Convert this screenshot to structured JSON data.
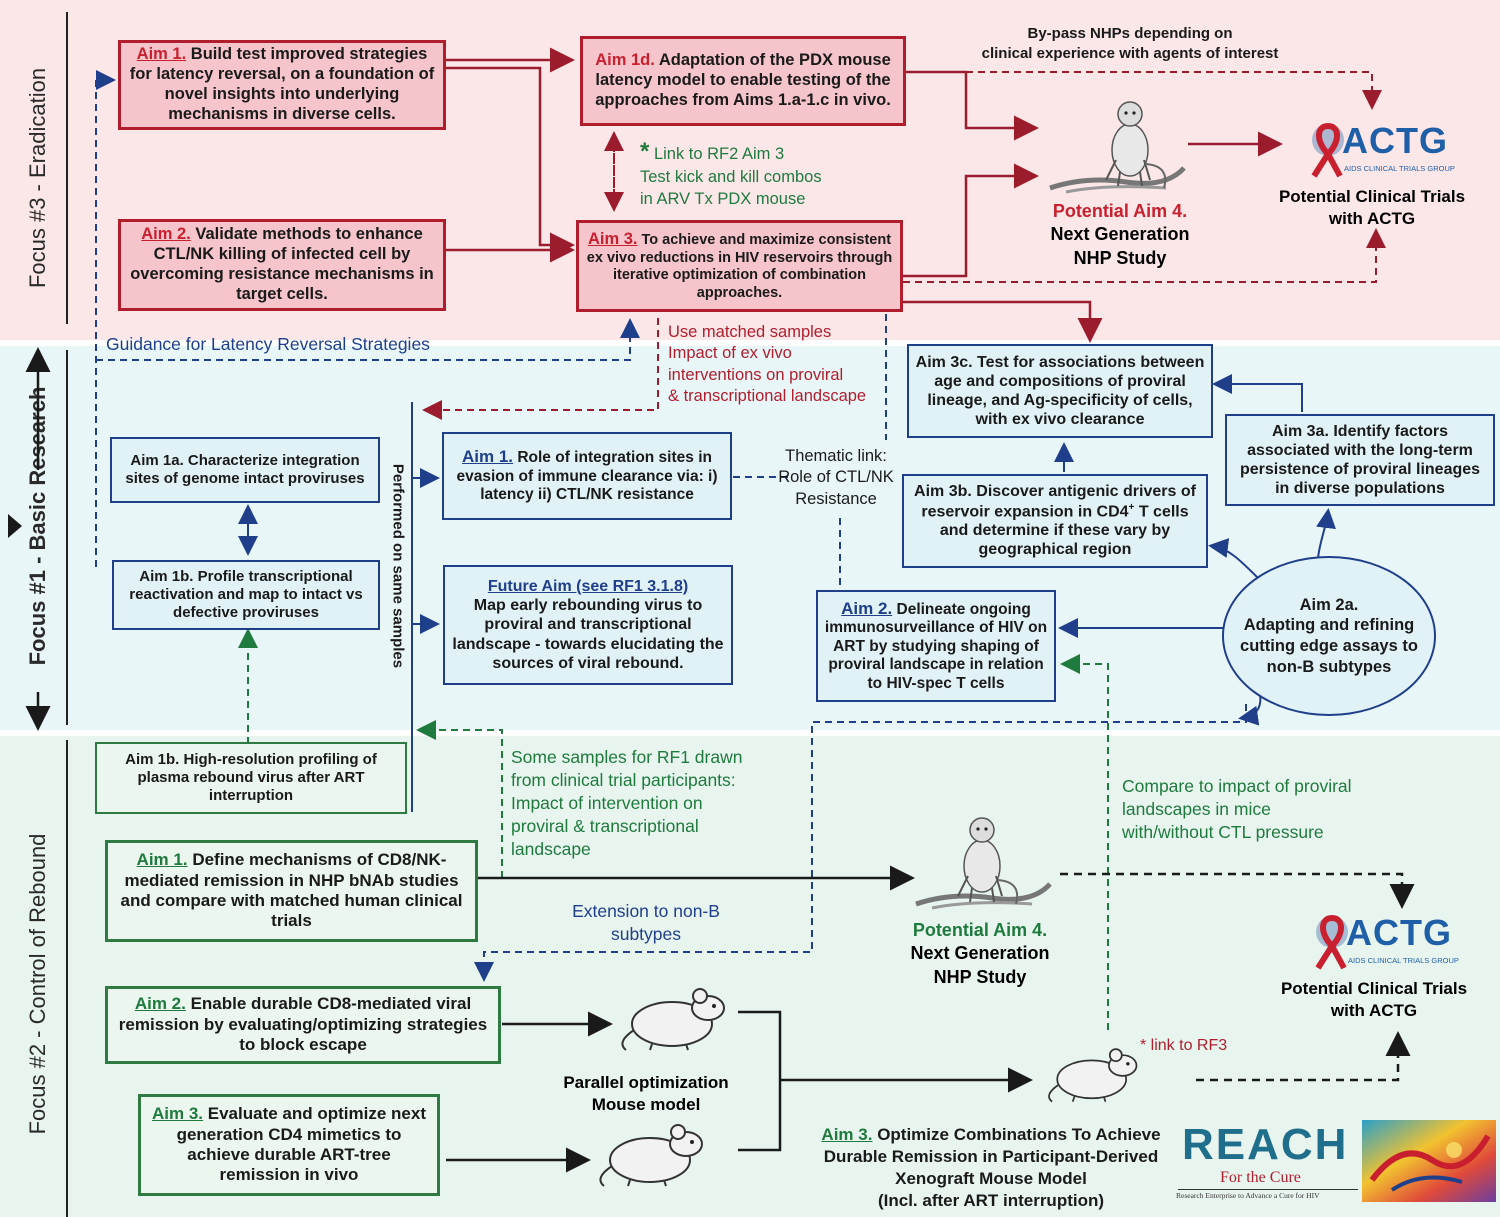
{
  "sections": {
    "focus3": "Focus #3 - Eradication",
    "focus1": "Focus #1 - Basic Research",
    "focus2": "Focus #2 - Control of Rebound"
  },
  "focus3": {
    "aim1": {
      "aim": "Aim 1.",
      "text": "Build  test improved strategies for latency reversal, on a foundation of novel insights into underlying mechanisms in diverse cells."
    },
    "aim2": {
      "aim": "Aim 2.",
      "text": "Validate methods to enhance CTL/NK killing of infected cell by overcoming resistance mechanisms in target cells."
    },
    "aim1d": {
      "aim": "Aim 1d.",
      "text": "Adaptation of the PDX mouse latency model to enable testing of the approaches from Aims 1.a-1.c in vivo."
    },
    "aim3": {
      "aim": "Aim 3.",
      "text": "To achieve and maximize consistent ex vivo reductions in HIV reservoirs through iterative optimization of combination approaches."
    },
    "link_rf2": {
      "star": "*",
      "l1": "Link to RF2 Aim 3",
      "l2": "Test kick and kill combos",
      "l3": "in ARV Tx PDX mouse"
    },
    "bypass": {
      "l1": "By-pass NHPs depending on",
      "l2": "clinical experience with agents of interest"
    },
    "aim4": {
      "l1": "Potential Aim 4.",
      "l2": "Next Generation",
      "l3": "NHP Study"
    },
    "actg": {
      "logo": "ACTG",
      "logo_sub": "AIDS CLINICAL TRIALS GROUP",
      "l1": "Potential Clinical Trials",
      "l2": "with ACTG"
    },
    "guidance": "Guidance for Latency Reversal Strategies",
    "use_matched": {
      "l1": "Use matched samples",
      "l2": "Impact of ex vivo",
      "l3": "interventions on proviral",
      "l4": "& transcriptional landscape"
    }
  },
  "focus1": {
    "aim1a": {
      "aim": "Aim 1a.",
      "text": "Characterize integration sites of genome intact proviruses"
    },
    "aim1b": {
      "aim": "Aim 1b.",
      "text": "Profile transcriptional reactivation and map to intact vs defective proviruses"
    },
    "performed": "Performed on same samples",
    "aim1": {
      "aim": "Aim 1.",
      "text": "Role of integration sites in evasion of immune clearance via: i) latency  ii) CTL/NK resistance"
    },
    "future": {
      "aim": "Future Aim (see RF1 3.1.8)",
      "text": "Map early rebounding virus to proviral and transcriptional landscape - towards elucidating the sources of viral rebound."
    },
    "thematic": {
      "l1": "Thematic link:",
      "l2": "Role of CTL/NK",
      "l3": "Resistance"
    },
    "aim3c": {
      "aim": "Aim 3c.",
      "text": "Test for associations between age and compositions of proviral lineage, and Ag-specificity of cells, with ex vivo clearance"
    },
    "aim3a": {
      "aim": "Aim 3a.",
      "text": "Identify factors associated with the long-term persistence of proviral lineages in diverse populations"
    },
    "aim3b": {
      "aim": "Aim 3b.",
      "text_a": "Discover antigenic drivers of reservoir expansion in CD4",
      "sup": "+",
      "text_b": " T cells and determine if these vary by geographical region"
    },
    "aim2": {
      "aim": "Aim 2.",
      "text": "Delineate ongoing immunosurveillance of HIV on ART by studying shaping of proviral landscape in relation to HIV-spec T cells"
    },
    "aim2a": {
      "aim": "Aim 2a.",
      "text": "Adapting and refining cutting edge assays to non-B subtypes"
    }
  },
  "focus2": {
    "aim1b": {
      "aim": "Aim 1b.",
      "text": "High-resolution profiling of plasma rebound virus after ART interruption"
    },
    "some_samples": {
      "l1": "Some samples for RF1 drawn",
      "l2": "from clinical trial participants:",
      "l3": "Impact of intervention on",
      "l4": "proviral & transcriptional",
      "l5": "landscape"
    },
    "compare": {
      "l1": "Compare to impact of proviral",
      "l2": "landscapes in mice",
      "l3": "with/without CTL pressure"
    },
    "aim1": {
      "aim": "Aim 1.",
      "text": "Define mechanisms of CD8/NK-mediated remission in NHP bNAb studies and compare with matched human clinical trials"
    },
    "extension": {
      "l1": "Extension to non-B",
      "l2": "subtypes"
    },
    "aim4": {
      "l1": "Potential Aim 4.",
      "l2": "Next Generation",
      "l3": "NHP Study"
    },
    "actg": {
      "logo": "ACTG",
      "logo_sub": "AIDS CLINICAL TRIALS GROUP",
      "l1": "Potential Clinical Trials",
      "l2": "with ACTG"
    },
    "aim2": {
      "aim": "Aim 2.",
      "text": "Enable durable CD8-mediated viral remission by evaluating/optimizing strategies to block escape"
    },
    "aim3": {
      "aim": "Aim 3.",
      "text": "Evaluate and optimize next generation CD4 mimetics to achieve durable ART-tree remission in vivo"
    },
    "parallel": {
      "l1": "Parallel optimization",
      "l2": "Mouse model"
    },
    "link_rf3": "* link to RF3",
    "aim3_final": {
      "aim": "Aim 3.",
      "text_l1": "Optimize Combinations To Achieve",
      "l2": "Durable Remission in Participant-Derived",
      "l3": "Xenograft Mouse Model",
      "l4": "(Incl. after ART interruption)"
    },
    "reach": {
      "word": "REACH",
      "sub": "For the Cure",
      "tag": "Research Enterprise to Advance a Cure for HIV"
    }
  },
  "colors": {
    "red": "#b01e2e",
    "blue": "#1f3f8a",
    "green": "#2e7a42",
    "actg_blue": "#1f5fa8"
  },
  "icons": [
    "monkey-icon",
    "mouse-icon",
    "actg-ribbon-icon",
    "reach-art-icon"
  ]
}
